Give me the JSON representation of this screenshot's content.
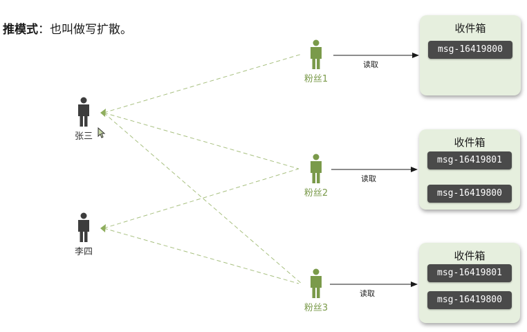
{
  "title": {
    "bold": "推模式",
    "rest": "：也叫做写扩散。"
  },
  "authors": [
    {
      "id": "zhangsan",
      "label": "张三"
    },
    {
      "id": "lisi",
      "label": "李四"
    }
  ],
  "followers": [
    {
      "id": "fan1",
      "label": "粉丝1"
    },
    {
      "id": "fan2",
      "label": "粉丝2"
    },
    {
      "id": "fan3",
      "label": "粉丝3"
    }
  ],
  "read_label": "读取",
  "inboxes": [
    {
      "title": "收件箱",
      "messages": [
        "msg-16419800"
      ]
    },
    {
      "title": "收件箱",
      "messages": [
        "msg-16419801",
        "msg-16419800"
      ]
    },
    {
      "title": "收件箱",
      "messages": [
        "msg-16419801",
        "msg-16419800"
      ]
    }
  ],
  "colors": {
    "author": "#3d3d3d",
    "follower": "#7a9a4a",
    "dashed_link": "#a8c080",
    "inbox_bg": "#e6efde",
    "message_bg": "#4a4a4a"
  }
}
